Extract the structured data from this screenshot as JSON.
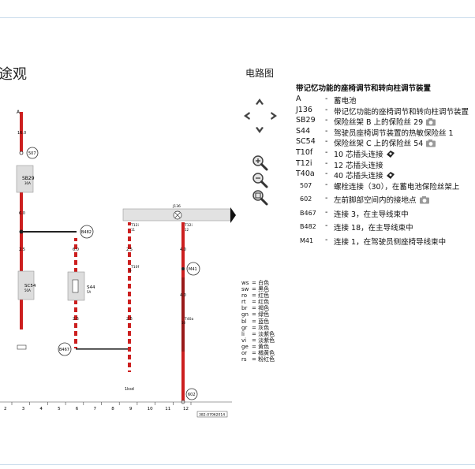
{
  "page": {
    "title": "途观",
    "subtitle": "电路图"
  },
  "legend": {
    "heading": "带记忆功能的座椅调节和转向柱调节装置",
    "items": [
      {
        "code": "A",
        "desc": "蓄电池",
        "camera": false
      },
      {
        "code": "J136",
        "desc": "带记忆功能的座椅调节和转向柱调节装置",
        "camera": false
      },
      {
        "code": "SB29",
        "desc": "保险丝架 B 上的保险丝 29",
        "camera": true
      },
      {
        "code": "S44",
        "desc": "驾驶员座椅调节装置的热敏保险丝 1",
        "camera": false
      },
      {
        "code": "SC54",
        "desc": "保险丝架 C 上的保险丝 54",
        "camera": true
      },
      {
        "code": "T10f",
        "desc": "10 芯插头连接",
        "camera": false,
        "connector": true
      },
      {
        "code": "T12i",
        "desc": "12 芯插头连接",
        "camera": false
      },
      {
        "code": "T40a",
        "desc": "40 芯插头连接",
        "camera": false,
        "connector": true
      },
      {
        "code": "507",
        "desc": "螺栓连接（30），在蓄电池保险丝架上",
        "camera": false,
        "small": true
      },
      {
        "code": "602",
        "desc": "左前脚部空间内的接地点",
        "camera": true,
        "small": true
      },
      {
        "code": "B467",
        "desc": "连接 3，在主导线束中",
        "camera": false,
        "small": true
      },
      {
        "code": "B482",
        "desc": "连接 18，在主导线束中",
        "camera": false,
        "small": true
      },
      {
        "code": "M41",
        "desc": "连接 1，在驾驶员侧座椅导线束中",
        "camera": false,
        "small": true
      }
    ]
  },
  "color_key": [
    {
      "abbr": "ws",
      "name": "白色"
    },
    {
      "abbr": "sw",
      "name": "黑色"
    },
    {
      "abbr": "ro",
      "name": "红色"
    },
    {
      "abbr": "rt",
      "name": "红色"
    },
    {
      "abbr": "br",
      "name": "褐色"
    },
    {
      "abbr": "gn",
      "name": "绿色"
    },
    {
      "abbr": "bl",
      "name": "蓝色"
    },
    {
      "abbr": "gr",
      "name": "灰色"
    },
    {
      "abbr": "li",
      "name": "淡紫色"
    },
    {
      "abbr": "vi",
      "name": "淡紫色"
    },
    {
      "abbr": "ge",
      "name": "黄色"
    },
    {
      "abbr": "or",
      "name": "橘黄色"
    },
    {
      "abbr": "rs",
      "name": "粉红色"
    }
  ],
  "diagram": {
    "labels": {
      "battery": "A",
      "j136": "J136",
      "sb29": "SB29",
      "sb29_rating": "30A",
      "s44": "S44",
      "s44_rating": "5A",
      "sc54": "SC54",
      "sc54_rating": "50A",
      "t12i_left": "T12i",
      "t12i_right": "T12i",
      "t10f": "T10f",
      "t40a": "T40a",
      "n507": "507",
      "b482": "B482",
      "b467": "B467",
      "m41": "M41",
      "n602": "602",
      "w_top": "16.0",
      "w_mid": "6.0",
      "w_a": "2.5",
      "w_b": "6.0",
      "w_c": "2.5",
      "w_d": "2.5",
      "w_e": "4.0",
      "w_f": "4.0",
      "w_g": "2.5",
      "pin_t12i_l": "11",
      "pin_t12i_r": "12",
      "pin_t10f": "9",
      "pin_t40a": "10",
      "doc_number": "382-07062014"
    },
    "ruler": [
      "2",
      "3",
      "4",
      "5",
      "6",
      "7",
      "8",
      "9",
      "10",
      "11",
      "12"
    ]
  },
  "colors": {
    "wire_red": "#cc1f1f",
    "wire_dark": "#3a0d0d",
    "box_gray": "#dddddd",
    "rule": "#c9dcec"
  }
}
